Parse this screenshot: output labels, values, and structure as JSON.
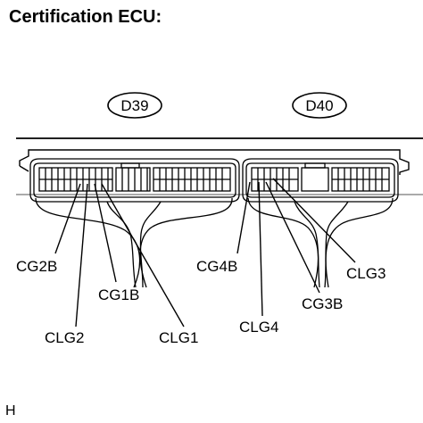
{
  "title": "Certification ECU:",
  "connectors": [
    {
      "id": "D39"
    },
    {
      "id": "D40"
    }
  ],
  "pin_labels": {
    "cg2b": "CG2B",
    "clg2": "CLG2",
    "cg1b": "CG1B",
    "clg1": "CLG1",
    "cg4b": "CG4B",
    "clg4": "CLG4",
    "cg3b": "CG3B",
    "clg3": "CLG3"
  },
  "footer_code": "H"
}
